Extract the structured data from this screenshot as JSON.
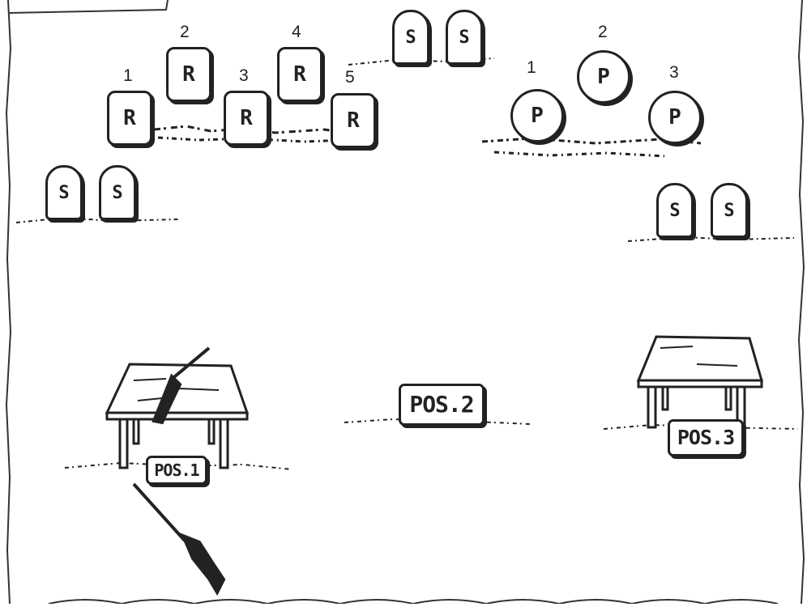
{
  "stage_layout": {
    "rifle_targets": [
      {
        "number": "1",
        "letter": "R"
      },
      {
        "number": "2",
        "letter": "R"
      },
      {
        "number": "3",
        "letter": "R"
      },
      {
        "number": "4",
        "letter": "R"
      },
      {
        "number": "5",
        "letter": "R"
      }
    ],
    "pistol_targets": [
      {
        "number": "1",
        "letter": "P"
      },
      {
        "number": "2",
        "letter": "P"
      },
      {
        "number": "3",
        "letter": "P"
      }
    ],
    "shotgun_targets_top": [
      {
        "letter": "S"
      },
      {
        "letter": "S"
      }
    ],
    "shotgun_targets_left": [
      {
        "letter": "S"
      },
      {
        "letter": "S"
      }
    ],
    "shotgun_targets_right": [
      {
        "letter": "S"
      },
      {
        "letter": "S"
      }
    ],
    "positions": {
      "pos1": "POS.1",
      "pos2": "POS.2",
      "pos3": "POS.3"
    }
  }
}
